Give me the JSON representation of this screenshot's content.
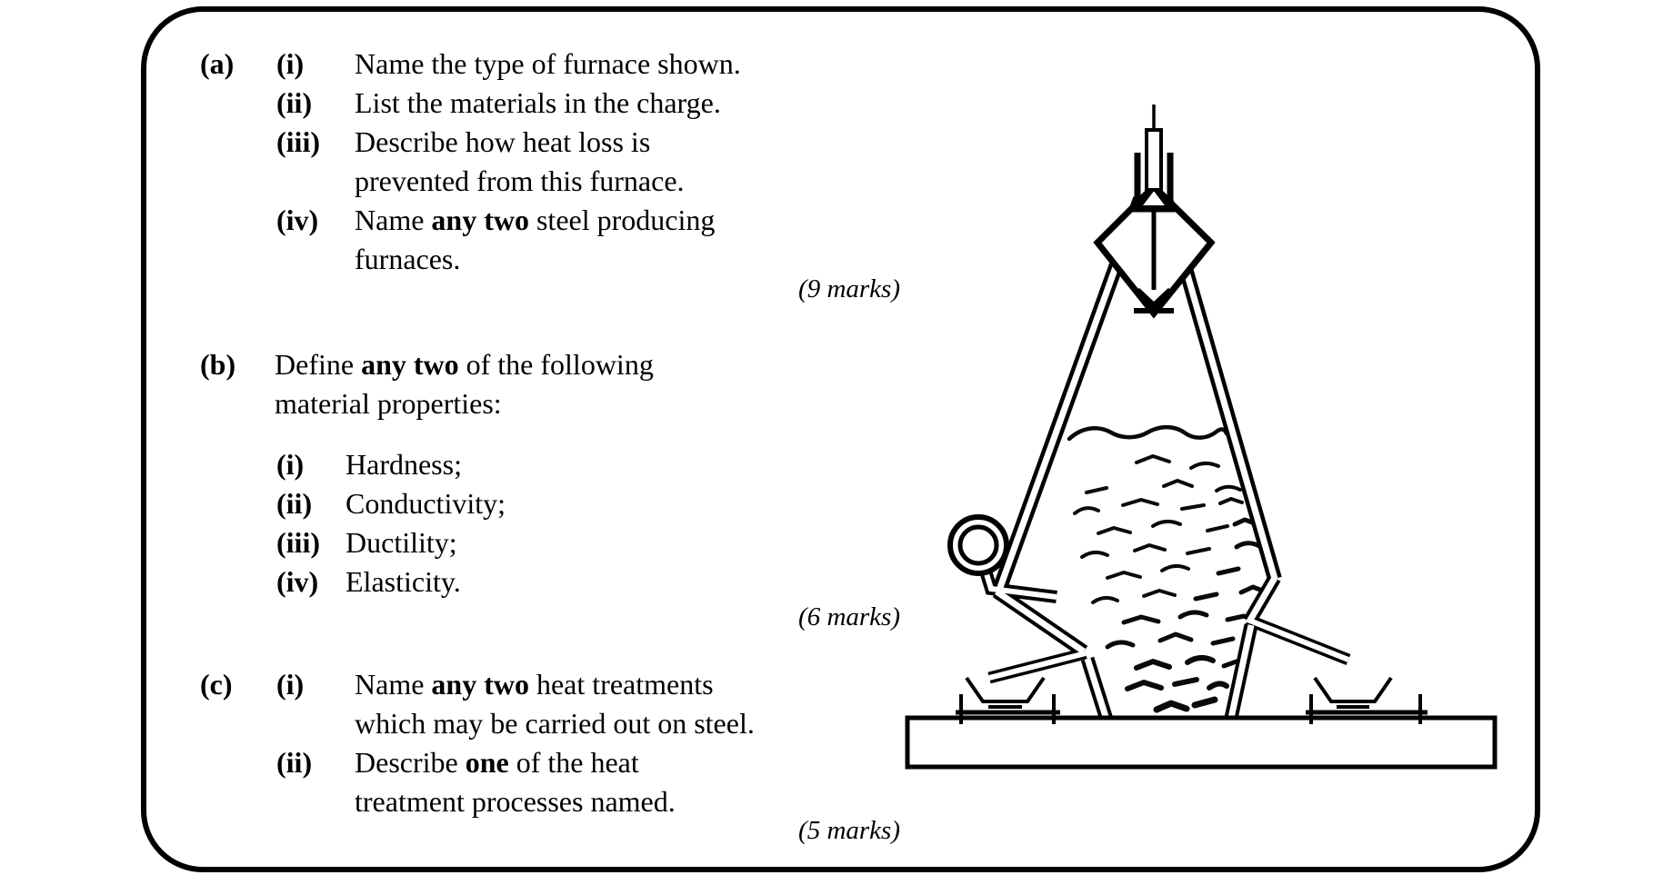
{
  "page": {
    "background": "#ffffff",
    "border_color": "#000000",
    "text_color": "#000000"
  },
  "questions": {
    "part_a": {
      "label": "(a)",
      "item_i": {
        "num": "(i)",
        "text": "Name the type of furnace shown."
      },
      "item_ii": {
        "num": "(ii)",
        "text": "List the materials in the charge."
      },
      "item_iii": {
        "num": "(iii)",
        "line1": "Describe how heat loss is",
        "line2": "prevented from this furnace."
      },
      "item_iv": {
        "num": "(iv)",
        "pre": "Name ",
        "bold": "any two",
        "post": " steel producing",
        "line2": "furnaces."
      },
      "marks": "(9 marks)"
    },
    "part_b": {
      "label": "(b)",
      "pre": "Define ",
      "bold": "any two",
      "post": " of the following",
      "line2": "material properties:",
      "item_i": {
        "num": "(i)",
        "text": "Hardness;"
      },
      "item_ii": {
        "num": "(ii)",
        "text": "Conductivity;"
      },
      "item_iii": {
        "num": "(iii)",
        "text": "Ductility;"
      },
      "item_iv": {
        "num": "(iv)",
        "text": "Elasticity."
      },
      "marks": "(6 marks)"
    },
    "part_c": {
      "label": "(c)",
      "item_i": {
        "num": "(i)",
        "pre": "Name ",
        "bold": "any two",
        "post": " heat treatments",
        "line2": "which may be carried out on steel."
      },
      "item_ii": {
        "num": "(ii)",
        "pre": "Describe ",
        "bold": "one",
        "post": " of the heat",
        "line2": "treatment processes named."
      },
      "marks": "(5 marks)"
    }
  },
  "figure": {
    "subject": "furnace line drawing",
    "stroke_color": "#000000",
    "fill_color": "#ffffff"
  }
}
